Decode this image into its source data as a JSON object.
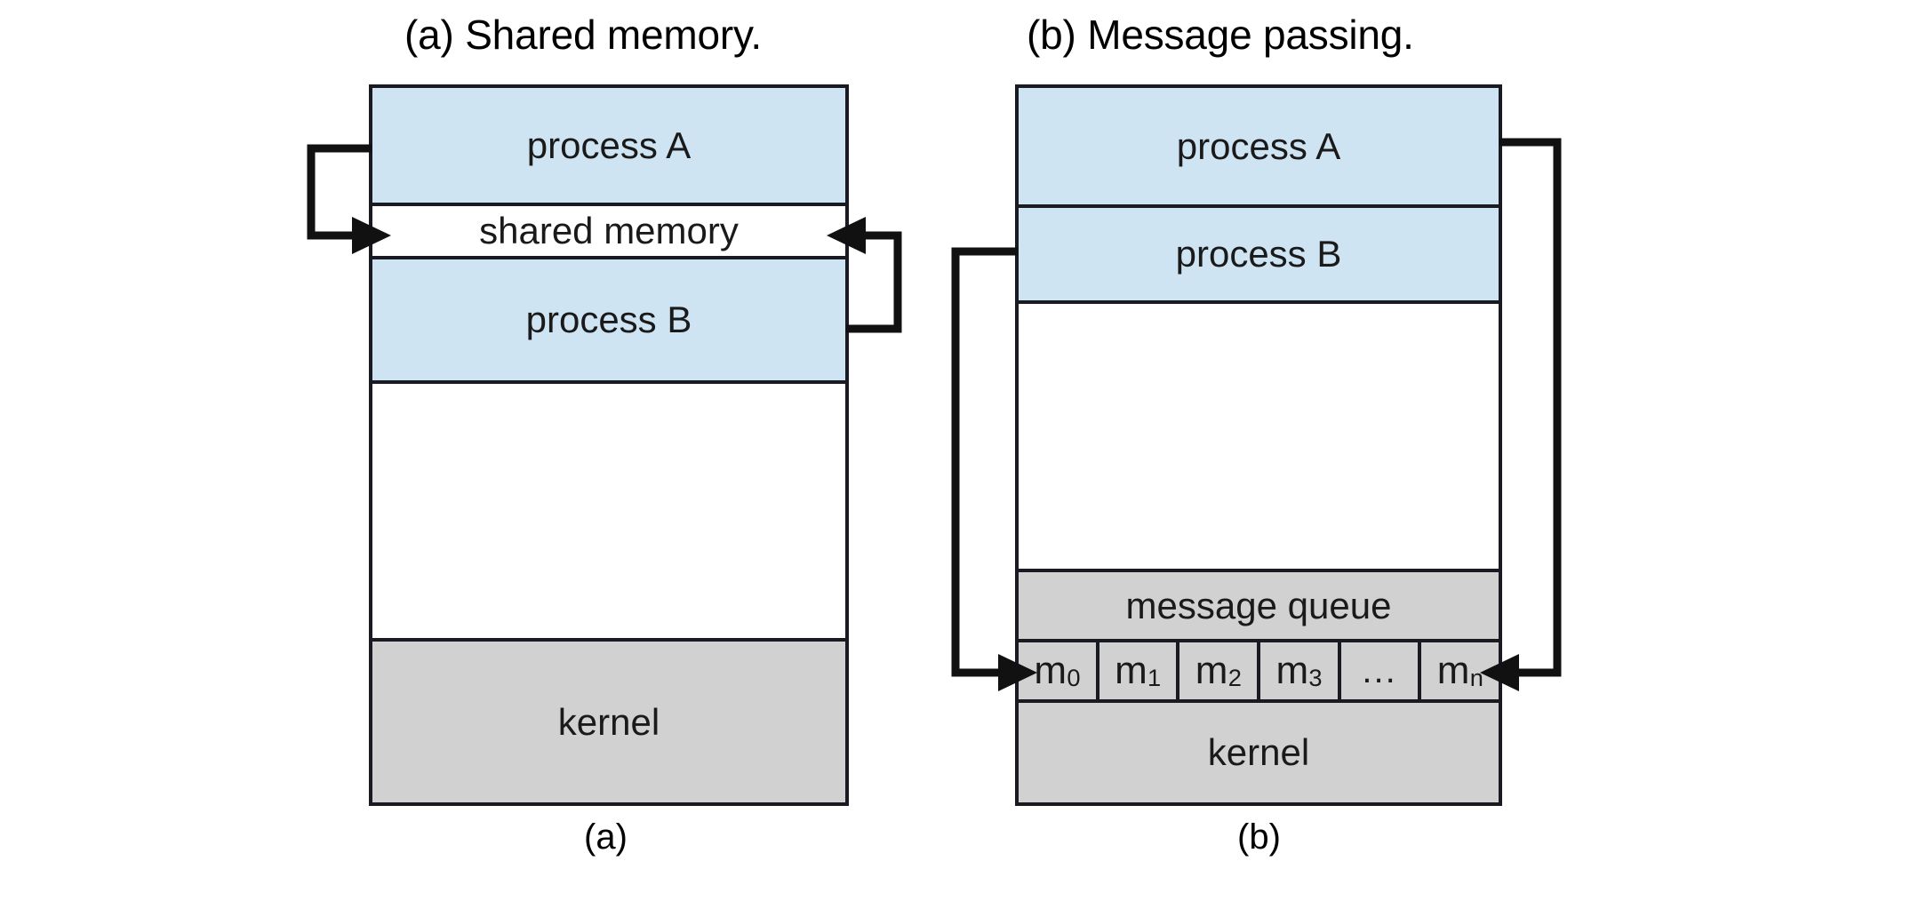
{
  "figure": {
    "title_a": "(a) Shared memory.",
    "title_b": "(b) Message passing.",
    "caption_a": "(a)",
    "caption_b": "(b)"
  },
  "colors": {
    "process_fill": "#cfe4f3",
    "kernel_fill": "#d1d1d1",
    "queue_fill": "#d1d1d1",
    "shared_memory_fill": "#ffffff",
    "stroke": "#1a1a23",
    "arrow": "#111111",
    "background": "#ffffff"
  },
  "shared_memory_model": {
    "bands": [
      {
        "label": "process  A",
        "fill": "process"
      },
      {
        "label": "shared memory",
        "fill": "white"
      },
      {
        "label": "process  B",
        "fill": "process"
      },
      {
        "label": "",
        "fill": "white"
      },
      {
        "label": "kernel",
        "fill": "kernel"
      }
    ],
    "arrows": [
      {
        "name": "process-a-to-shared-memory",
        "from": "process A",
        "to": "shared memory",
        "side": "left"
      },
      {
        "name": "process-b-to-shared-memory",
        "from": "process B",
        "to": "shared memory",
        "side": "right"
      }
    ]
  },
  "message_passing_model": {
    "bands": [
      {
        "label": "process  A",
        "fill": "process"
      },
      {
        "label": "process  B",
        "fill": "process"
      },
      {
        "label": "",
        "fill": "white"
      },
      {
        "label": "message queue",
        "fill": "queue"
      },
      {
        "label": "kernel",
        "fill": "kernel"
      }
    ],
    "message_queue": {
      "title": "message queue",
      "cells": [
        {
          "base": "m",
          "sub": "0"
        },
        {
          "base": "m",
          "sub": "1"
        },
        {
          "base": "m",
          "sub": "2"
        },
        {
          "base": "m",
          "sub": "3"
        },
        {
          "base": "...",
          "sub": ""
        },
        {
          "base": "m",
          "sub": "n"
        }
      ]
    },
    "arrows": [
      {
        "name": "process-b-to-message-queue",
        "from": "process B",
        "to": "m0",
        "side": "left"
      },
      {
        "name": "process-a-to-message-queue",
        "from": "process A",
        "to": "mn",
        "side": "right"
      }
    ]
  }
}
